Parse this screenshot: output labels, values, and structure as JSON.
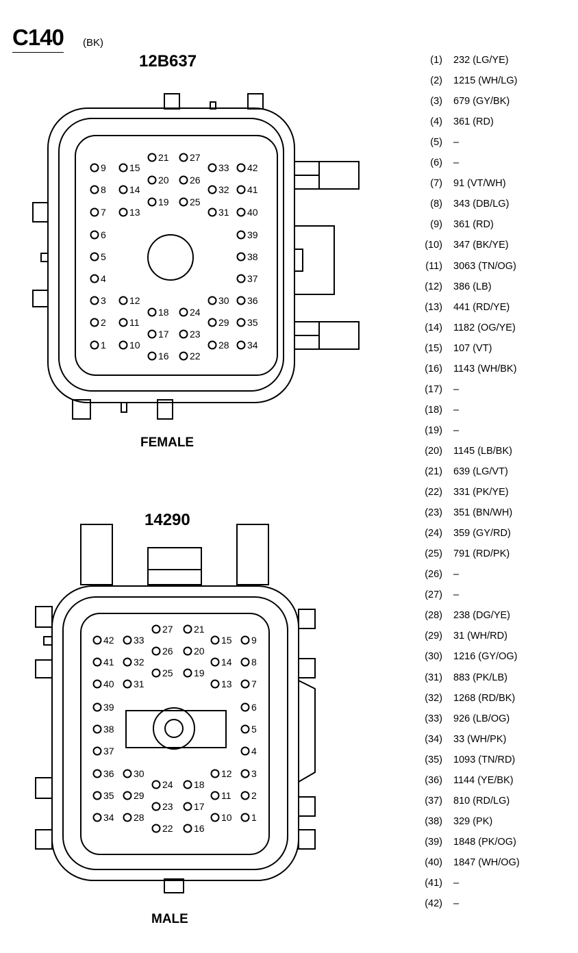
{
  "header": {
    "connector_id": "C140",
    "color_code": "(BK)"
  },
  "female": {
    "part_number": "12B637",
    "label": "FEMALE",
    "cavities": [
      "1",
      "2",
      "3",
      "4",
      "5",
      "6",
      "7",
      "8",
      "9",
      "10",
      "11",
      "12",
      "13",
      "14",
      "15",
      "16",
      "17",
      "18",
      "19",
      "20",
      "21",
      "22",
      "23",
      "24",
      "25",
      "26",
      "27",
      "28",
      "29",
      "30",
      "31",
      "32",
      "33",
      "34",
      "35",
      "36",
      "37",
      "38",
      "39",
      "40",
      "41",
      "42"
    ]
  },
  "male": {
    "part_number": "14290",
    "label": "MALE",
    "cavities": [
      "1",
      "2",
      "3",
      "4",
      "5",
      "6",
      "7",
      "8",
      "9",
      "10",
      "11",
      "12",
      "13",
      "14",
      "15",
      "16",
      "17",
      "18",
      "19",
      "20",
      "21",
      "22",
      "23",
      "24",
      "25",
      "26",
      "27",
      "28",
      "29",
      "30",
      "31",
      "32",
      "33",
      "34",
      "35",
      "36",
      "37",
      "38",
      "39",
      "40",
      "41",
      "42"
    ]
  },
  "pinout": [
    {
      "pin": "(1)",
      "circuit": "232 (LG/YE)"
    },
    {
      "pin": "(2)",
      "circuit": "1215 (WH/LG)"
    },
    {
      "pin": "(3)",
      "circuit": "679 (GY/BK)"
    },
    {
      "pin": "(4)",
      "circuit": "361 (RD)"
    },
    {
      "pin": "(5)",
      "circuit": "–"
    },
    {
      "pin": "(6)",
      "circuit": "–"
    },
    {
      "pin": "(7)",
      "circuit": "91 (VT/WH)"
    },
    {
      "pin": "(8)",
      "circuit": "343 (DB/LG)"
    },
    {
      "pin": "(9)",
      "circuit": "361 (RD)"
    },
    {
      "pin": "(10)",
      "circuit": "347 (BK/YE)"
    },
    {
      "pin": "(11)",
      "circuit": "3063 (TN/OG)"
    },
    {
      "pin": "(12)",
      "circuit": "386 (LB)"
    },
    {
      "pin": "(13)",
      "circuit": "441 (RD/YE)"
    },
    {
      "pin": "(14)",
      "circuit": "1182 (OG/YE)"
    },
    {
      "pin": "(15)",
      "circuit": "107 (VT)"
    },
    {
      "pin": "(16)",
      "circuit": "1143 (WH/BK)"
    },
    {
      "pin": "(17)",
      "circuit": "–"
    },
    {
      "pin": "(18)",
      "circuit": "–"
    },
    {
      "pin": "(19)",
      "circuit": "–"
    },
    {
      "pin": "(20)",
      "circuit": "1145 (LB/BK)"
    },
    {
      "pin": "(21)",
      "circuit": "639 (LG/VT)"
    },
    {
      "pin": "(22)",
      "circuit": "331 (PK/YE)"
    },
    {
      "pin": "(23)",
      "circuit": "351 (BN/WH)"
    },
    {
      "pin": "(24)",
      "circuit": "359 (GY/RD)"
    },
    {
      "pin": "(25)",
      "circuit": "791 (RD/PK)"
    },
    {
      "pin": "(26)",
      "circuit": "–"
    },
    {
      "pin": "(27)",
      "circuit": "–"
    },
    {
      "pin": "(28)",
      "circuit": "238 (DG/YE)"
    },
    {
      "pin": "(29)",
      "circuit": "31 (WH/RD)"
    },
    {
      "pin": "(30)",
      "circuit": "1216 (GY/OG)"
    },
    {
      "pin": "(31)",
      "circuit": "883 (PK/LB)"
    },
    {
      "pin": "(32)",
      "circuit": "1268 (RD/BK)"
    },
    {
      "pin": "(33)",
      "circuit": "926 (LB/OG)"
    },
    {
      "pin": "(34)",
      "circuit": "33 (WH/PK)"
    },
    {
      "pin": "(35)",
      "circuit": "1093 (TN/RD)"
    },
    {
      "pin": "(36)",
      "circuit": "1144 (YE/BK)"
    },
    {
      "pin": "(37)",
      "circuit": "810 (RD/LG)"
    },
    {
      "pin": "(38)",
      "circuit": "329 (PK)"
    },
    {
      "pin": "(39)",
      "circuit": "1848 (PK/OG)"
    },
    {
      "pin": "(40)",
      "circuit": "1847 (WH/OG)"
    },
    {
      "pin": "(41)",
      "circuit": "–"
    },
    {
      "pin": "(42)",
      "circuit": "–"
    }
  ]
}
